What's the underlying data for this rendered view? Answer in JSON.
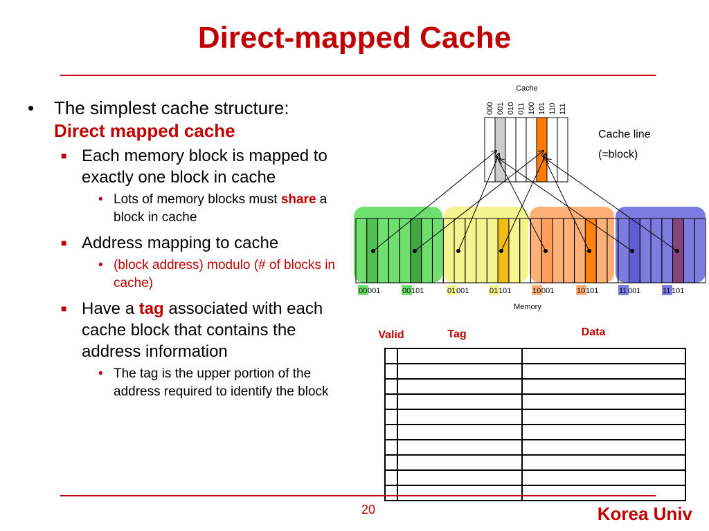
{
  "title": "Direct-mapped Cache",
  "bullets": {
    "item1_text": "The simplest cache structure:",
    "item1_emph": "Direct mapped cache",
    "sub1": "Each memory block is mapped to exactly one block in cache",
    "sub1_detail_pre": "Lots of memory blocks must",
    "sub1_detail_emph": "share",
    "sub1_detail_post": "a block in cache",
    "sub2": "Address mapping to cache",
    "sub2_detail": "(block address) modulo (# of blocks in cache)",
    "sub3_pre": "Have a",
    "sub3_emph": "tag",
    "sub3_post": "associated with each cache block that contains the address information",
    "sub3_detail": "The tag is the upper portion of the address required to identify the block"
  },
  "diagram": {
    "cache_label": "Cache",
    "cache_indices": [
      "000",
      "001",
      "010",
      "011",
      "100",
      "101",
      "110",
      "111"
    ],
    "cache_line_label_1": "Cache line",
    "cache_line_label_2": "(=block)",
    "memory_label": "Memory",
    "memory_addresses": [
      {
        "prefix": "00",
        "suffix": "001"
      },
      {
        "prefix": "00",
        "suffix": "101"
      },
      {
        "prefix": "01",
        "suffix": "001"
      },
      {
        "prefix": "01",
        "suffix": "101"
      },
      {
        "prefix": "10",
        "suffix": "001"
      },
      {
        "prefix": "10",
        "suffix": "101"
      },
      {
        "prefix": "11",
        "suffix": "001"
      },
      {
        "prefix": "11",
        "suffix": "101"
      }
    ],
    "group_colors": [
      "#6fe06f",
      "#f5f590",
      "#ffb077",
      "#7c7ce0"
    ],
    "highlight_colors": [
      "#3c9b3c",
      "#f0b000",
      "#ff7a00",
      "#6a4a8a"
    ],
    "cache_highlight_colors": [
      "#cccccc",
      "#ff7a00"
    ]
  },
  "table": {
    "valid_header": "Valid",
    "tag_header": "Tag",
    "data_header": "Data",
    "row_count": 10
  },
  "page_number": "20",
  "footer": "Korea Univ"
}
